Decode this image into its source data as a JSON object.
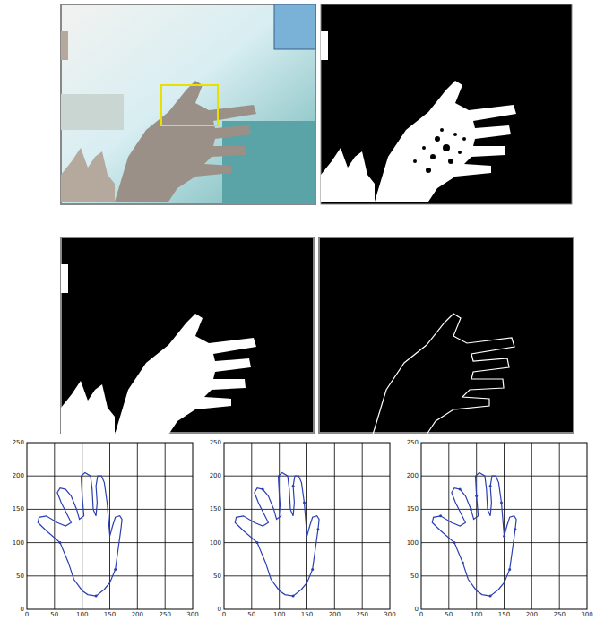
{
  "diagram": {
    "labels": [
      "250",
      "200",
      "150",
      "100",
      "50",
      "0",
      "0",
      "50",
      "100",
      "150",
      "200",
      "250",
      "300",
      "250",
      "200",
      "150",
      "100",
      "50",
      "0",
      "0",
      "50",
      "100",
      "150",
      "200",
      "250",
      "300",
      "250",
      "200",
      "150",
      "100",
      "50",
      "0",
      "0",
      "50",
      "100",
      "150",
      "200",
      "250",
      "300"
    ]
  }
}
